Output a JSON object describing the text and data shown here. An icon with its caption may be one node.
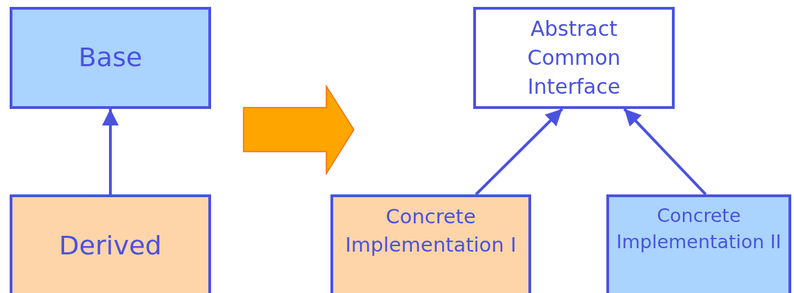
{
  "diagram": {
    "nodes": [
      {
        "text": [
          "Base"
        ]
      },
      {
        "text": [
          "Derived"
        ]
      },
      {
        "text": [
          "Abstract Common Interface"
        ]
      },
      {
        "text": [
          "Concrete Implementation I"
        ]
      },
      {
        "text": [
          "Concrete Implementation II"
        ]
      }
    ],
    "edges": [
      {
        "from": 1,
        "to": 0,
        "arrow": "to"
      },
      {
        "from": 3,
        "to": 2,
        "arrow": "to"
      },
      {
        "from": 4,
        "to": 2,
        "arrow": "to"
      }
    ]
  }
}
